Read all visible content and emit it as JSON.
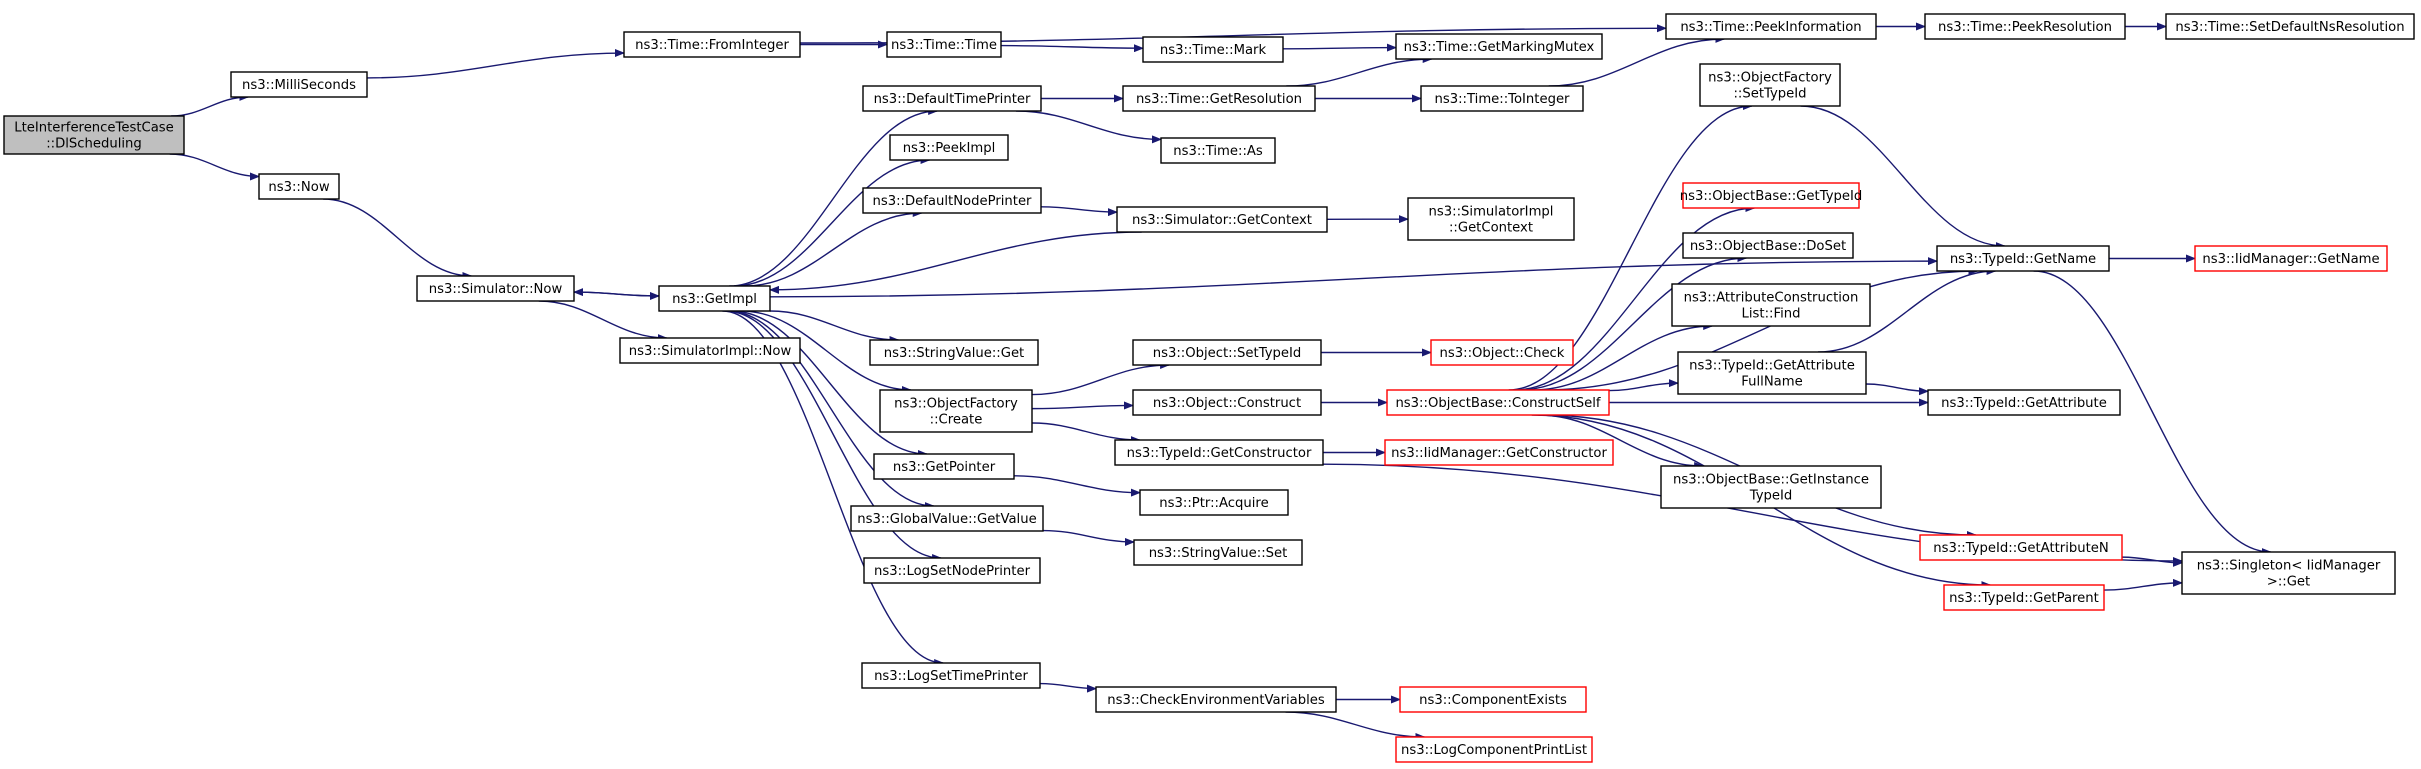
{
  "graph": {
    "edge_color": "#191970",
    "root_fill": "#bfbfbf",
    "truncated_border_color": "#ff0000",
    "nodes": [
      {
        "id": "root",
        "lines": [
          "LteInterferenceTestCase",
          "::DlScheduling"
        ],
        "style": "root"
      },
      {
        "id": "millis",
        "lines": [
          "ns3::MilliSeconds"
        ],
        "style": "normal"
      },
      {
        "id": "now",
        "lines": [
          "ns3::Now"
        ],
        "style": "normal"
      },
      {
        "id": "fromint",
        "lines": [
          "ns3::Time::FromInteger"
        ],
        "style": "normal"
      },
      {
        "id": "simnow",
        "lines": [
          "ns3::Simulator::Now"
        ],
        "style": "normal"
      },
      {
        "id": "time",
        "lines": [
          "ns3::Time::Time"
        ],
        "style": "normal"
      },
      {
        "id": "peekinfo",
        "lines": [
          "ns3::Time::PeekInformation"
        ],
        "style": "normal"
      },
      {
        "id": "mark",
        "lines": [
          "ns3::Time::Mark"
        ],
        "style": "normal"
      },
      {
        "id": "mutex",
        "lines": [
          "ns3::Time::GetMarkingMutex"
        ],
        "style": "normal"
      },
      {
        "id": "peekres",
        "lines": [
          "ns3::Time::PeekResolution"
        ],
        "style": "normal"
      },
      {
        "id": "setdefns",
        "lines": [
          "ns3::Time::SetDefaultNsResolution"
        ],
        "style": "normal"
      },
      {
        "id": "getimpl",
        "lines": [
          "ns3::GetImpl"
        ],
        "style": "normal"
      },
      {
        "id": "simimplnow",
        "lines": [
          "ns3::SimulatorImpl::Now"
        ],
        "style": "normal"
      },
      {
        "id": "deftimeprinter",
        "lines": [
          "ns3::DefaultTimePrinter"
        ],
        "style": "normal"
      },
      {
        "id": "getres",
        "lines": [
          "ns3::Time::GetResolution"
        ],
        "style": "normal"
      },
      {
        "id": "toint",
        "lines": [
          "ns3::Time::ToInteger"
        ],
        "style": "normal"
      },
      {
        "id": "as",
        "lines": [
          "ns3::Time::As"
        ],
        "style": "normal"
      },
      {
        "id": "peekimpl",
        "lines": [
          "ns3::PeekImpl"
        ],
        "style": "normal"
      },
      {
        "id": "defnodeprinter",
        "lines": [
          "ns3::DefaultNodePrinter"
        ],
        "style": "normal"
      },
      {
        "id": "getcontext",
        "lines": [
          "ns3::Simulator::GetContext"
        ],
        "style": "normal"
      },
      {
        "id": "implgetcontext",
        "lines": [
          "ns3::SimulatorImpl",
          "::GetContext"
        ],
        "style": "normal"
      },
      {
        "id": "strget",
        "lines": [
          "ns3::StringValue::Get"
        ],
        "style": "normal"
      },
      {
        "id": "ofcreate",
        "lines": [
          "ns3::ObjectFactory",
          "::Create"
        ],
        "style": "normal"
      },
      {
        "id": "objsettypeid",
        "lines": [
          "ns3::Object::SetTypeId"
        ],
        "style": "normal"
      },
      {
        "id": "objcheck",
        "lines": [
          "ns3::Object::Check"
        ],
        "style": "red"
      },
      {
        "id": "objconstruct",
        "lines": [
          "ns3::Object::Construct"
        ],
        "style": "normal"
      },
      {
        "id": "constructself",
        "lines": [
          "ns3::ObjectBase::ConstructSelf"
        ],
        "style": "red"
      },
      {
        "id": "getconstructor",
        "lines": [
          "ns3::TypeId::GetConstructor"
        ],
        "style": "normal"
      },
      {
        "id": "iidgetconstructor",
        "lines": [
          "ns3::IidManager::GetConstructor"
        ],
        "style": "red"
      },
      {
        "id": "getpointer",
        "lines": [
          "ns3::GetPointer"
        ],
        "style": "normal"
      },
      {
        "id": "ptracquire",
        "lines": [
          "ns3::Ptr::Acquire"
        ],
        "style": "normal"
      },
      {
        "id": "globalget",
        "lines": [
          "ns3::GlobalValue::GetValue"
        ],
        "style": "normal"
      },
      {
        "id": "strset",
        "lines": [
          "ns3::StringValue::Set"
        ],
        "style": "normal"
      },
      {
        "id": "lognodeprinter",
        "lines": [
          "ns3::LogSetNodePrinter"
        ],
        "style": "normal"
      },
      {
        "id": "logtimeprinter",
        "lines": [
          "ns3::LogSetTimePrinter"
        ],
        "style": "normal"
      },
      {
        "id": "checkenv",
        "lines": [
          "ns3::CheckEnvironmentVariables"
        ],
        "style": "normal"
      },
      {
        "id": "compexists",
        "lines": [
          "ns3::ComponentExists"
        ],
        "style": "red"
      },
      {
        "id": "logcomplist",
        "lines": [
          "ns3::LogComponentPrintList"
        ],
        "style": "red"
      },
      {
        "id": "ofsettypeid",
        "lines": [
          "ns3::ObjectFactory",
          "::SetTypeId"
        ],
        "style": "normal"
      },
      {
        "id": "obgettypeid",
        "lines": [
          "ns3::ObjectBase::GetTypeId"
        ],
        "style": "red"
      },
      {
        "id": "obdoset",
        "lines": [
          "ns3::ObjectBase::DoSet"
        ],
        "style": "normal"
      },
      {
        "id": "attrlist",
        "lines": [
          "ns3::AttributeConstruction",
          "List::Find"
        ],
        "style": "normal"
      },
      {
        "id": "getattrfull",
        "lines": [
          "ns3::TypeId::GetAttribute",
          "FullName"
        ],
        "style": "normal"
      },
      {
        "id": "obinstance",
        "lines": [
          "ns3::ObjectBase::GetInstance",
          "TypeId"
        ],
        "style": "normal"
      },
      {
        "id": "getattrn",
        "lines": [
          "ns3::TypeId::GetAttributeN"
        ],
        "style": "red"
      },
      {
        "id": "getparent",
        "lines": [
          "ns3::TypeId::GetParent"
        ],
        "style": "red"
      },
      {
        "id": "getname",
        "lines": [
          "ns3::TypeId::GetName"
        ],
        "style": "normal"
      },
      {
        "id": "iidgetname",
        "lines": [
          "ns3::IidManager::GetName"
        ],
        "style": "red"
      },
      {
        "id": "getattr",
        "lines": [
          "ns3::TypeId::GetAttribute"
        ],
        "style": "normal"
      },
      {
        "id": "singleton",
        "lines": [
          "ns3::Singleton< IidManager",
          " >::Get"
        ],
        "style": "normal"
      }
    ],
    "edges": [
      [
        "root",
        "millis"
      ],
      [
        "root",
        "now"
      ],
      [
        "millis",
        "fromint"
      ],
      [
        "now",
        "simnow"
      ],
      [
        "fromint",
        "time"
      ],
      [
        "fromint",
        "peekinfo"
      ],
      [
        "time",
        "mark"
      ],
      [
        "mark",
        "mutex"
      ],
      [
        "peekinfo",
        "peekres"
      ],
      [
        "peekres",
        "setdefns"
      ],
      [
        "simnow",
        "getimpl"
      ],
      [
        "simnow",
        "simimplnow"
      ],
      [
        "getimpl",
        "simnow"
      ],
      [
        "getimpl",
        "deftimeprinter"
      ],
      [
        "getimpl",
        "peekimpl"
      ],
      [
        "getimpl",
        "defnodeprinter"
      ],
      [
        "getimpl",
        "strget"
      ],
      [
        "getimpl",
        "ofcreate"
      ],
      [
        "getimpl",
        "getpointer"
      ],
      [
        "getimpl",
        "globalget"
      ],
      [
        "getimpl",
        "lognodeprinter"
      ],
      [
        "getimpl",
        "logtimeprinter"
      ],
      [
        "getimpl",
        "getname"
      ],
      [
        "deftimeprinter",
        "getres"
      ],
      [
        "deftimeprinter",
        "as"
      ],
      [
        "getres",
        "mutex"
      ],
      [
        "getres",
        "toint"
      ],
      [
        "toint",
        "peekinfo"
      ],
      [
        "defnodeprinter",
        "getcontext"
      ],
      [
        "getcontext",
        "implgetcontext"
      ],
      [
        "getcontext",
        "getimpl"
      ],
      [
        "ofcreate",
        "objsettypeid"
      ],
      [
        "ofcreate",
        "objconstruct"
      ],
      [
        "ofcreate",
        "getconstructor"
      ],
      [
        "objsettypeid",
        "objcheck"
      ],
      [
        "objconstruct",
        "constructself"
      ],
      [
        "getconstructor",
        "iidgetconstructor"
      ],
      [
        "getconstructor",
        "singleton"
      ],
      [
        "getpointer",
        "ptracquire"
      ],
      [
        "globalget",
        "strset"
      ],
      [
        "logtimeprinter",
        "checkenv"
      ],
      [
        "checkenv",
        "compexists"
      ],
      [
        "checkenv",
        "logcomplist"
      ],
      [
        "constructself",
        "ofsettypeid"
      ],
      [
        "constructself",
        "obgettypeid"
      ],
      [
        "constructself",
        "obdoset"
      ],
      [
        "constructself",
        "attrlist"
      ],
      [
        "constructself",
        "getattrfull"
      ],
      [
        "constructself",
        "obinstance"
      ],
      [
        "constructself",
        "getattrn"
      ],
      [
        "constructself",
        "getparent"
      ],
      [
        "constructself",
        "getname"
      ],
      [
        "constructself",
        "getattr"
      ],
      [
        "ofsettypeid",
        "getname"
      ],
      [
        "getattrfull",
        "getname"
      ],
      [
        "getattrfull",
        "getattr"
      ],
      [
        "getname",
        "iidgetname"
      ],
      [
        "getname",
        "singleton"
      ],
      [
        "getattrn",
        "singleton"
      ],
      [
        "getparent",
        "singleton"
      ]
    ]
  }
}
